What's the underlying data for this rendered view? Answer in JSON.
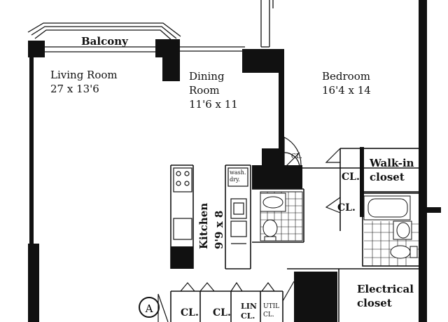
{
  "plan": {
    "rooms": {
      "balcony": "Balcony",
      "living_room": {
        "name": "Living Room",
        "size": "27 x 13'6"
      },
      "dining_room": {
        "name_line1": "Dining",
        "name_line2": "Room",
        "size": "11'6 x 11"
      },
      "bedroom": {
        "name": "Bedroom",
        "size": "16'4 x 14"
      },
      "walk_in_closet": {
        "line1": "Walk-in",
        "line2": "closet"
      },
      "kitchen": {
        "name": "Kitchen",
        "size": "9'9 x 8"
      },
      "electrical_closet": {
        "line1": "Electrical",
        "line2": "closet"
      }
    },
    "closets": {
      "bedroom_cl_1": "CL.",
      "bedroom_cl_2": "CL.",
      "hall_cl_small": "CL.",
      "hall_cl_1": "CL.",
      "hall_cl_2": "CL.",
      "linen_line1": "LIN",
      "linen_line2": "CL.",
      "utility_line1": "UTIL",
      "utility_line2": "CL."
    },
    "fixtures": {
      "washer_line1": "wash.",
      "washer_line2": "dry."
    },
    "unit_marker": "A"
  }
}
